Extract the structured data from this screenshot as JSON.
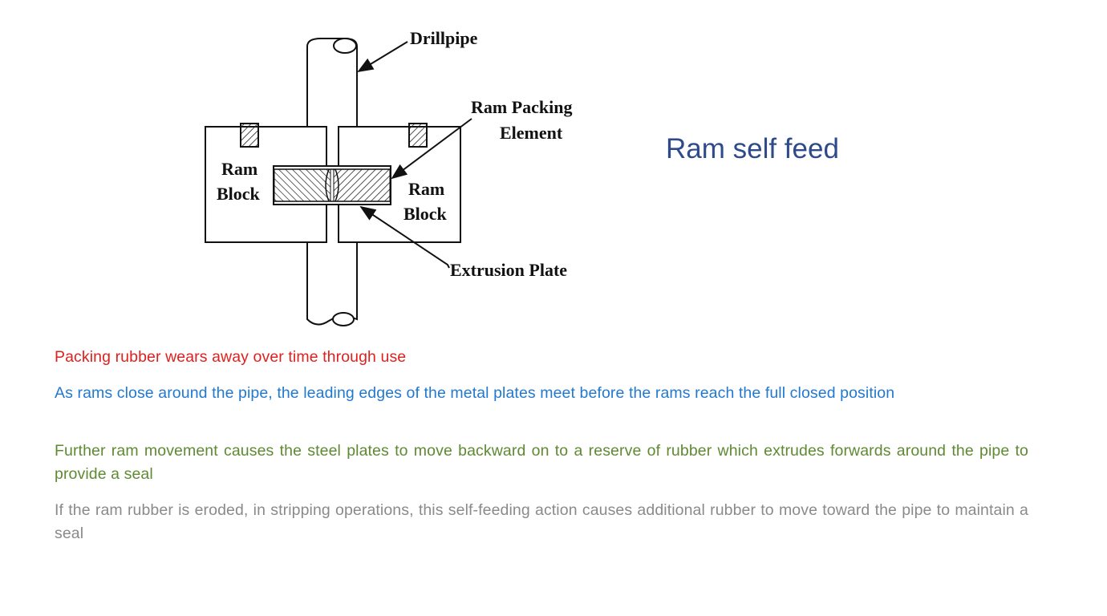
{
  "slide": {
    "title": "Ram self feed",
    "diagram": {
      "labels": {
        "drillpipe": "Drillpipe",
        "packing_line1": "Ram Packing",
        "packing_line2": "Element",
        "left_block_line1": "Ram",
        "left_block_line2": "Block",
        "right_block_line1": "Ram",
        "right_block_line2": "Block",
        "extrusion_plate": "Extrusion Plate"
      }
    },
    "bullets": [
      {
        "text": "Packing rubber wears away over time through use",
        "color": "#e0201e"
      },
      {
        "text": "As rams close around the pipe, the leading edges of the metal plates meet before the rams reach the full closed position",
        "color": "#2279d0"
      },
      {
        "text": "Further ram movement causes the steel plates to move backward on to a reserve of rubber which extrudes forwards around the pipe to provide a seal",
        "color": "#5e8a32"
      },
      {
        "text": "If the ram rubber is eroded, in stripping operations, this self-feeding action causes additional rubber to move toward the pipe to maintain a seal",
        "color": "#8a8a8a"
      }
    ]
  }
}
